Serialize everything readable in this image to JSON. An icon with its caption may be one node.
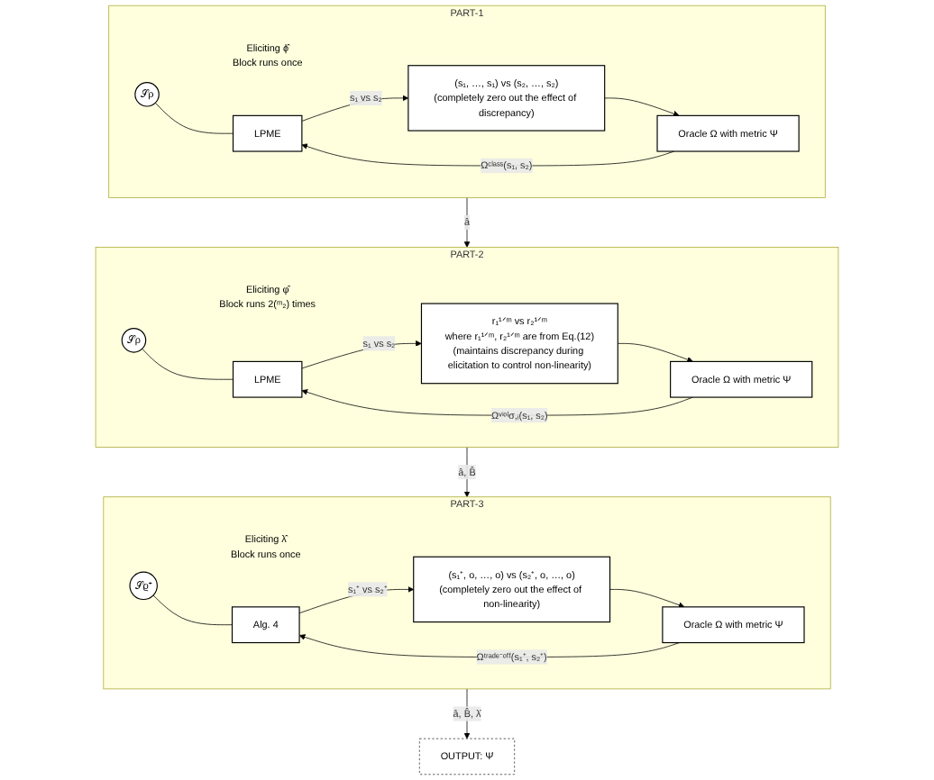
{
  "diagram": {
    "nodes": [
      {
        "text": [
          "PART-1"
        ]
      },
      {
        "text": [
          "𝒮ρ"
        ],
        "in": 0,
        "beside": [
          "Eliciting ϕ̂",
          "Block runs once"
        ]
      },
      {
        "text": [
          "LPME"
        ],
        "in": 0
      },
      {
        "text": [
          "(s₁, …, s₁) vs (s₂, …, s₂)",
          "(completely zero out the effect of discrepancy)"
        ],
        "in": 0
      },
      {
        "text": [
          "Oracle Ω with metric Ψ"
        ],
        "in": 0
      },
      {
        "text": [
          "PART-2"
        ]
      },
      {
        "text": [
          "𝒮ρ"
        ],
        "in": 5,
        "beside": [
          "Eliciting φ̂",
          "Block runs 2(ᵐ₂) times"
        ]
      },
      {
        "text": [
          "LPME"
        ],
        "in": 5
      },
      {
        "text": [
          "r₁¹ᐟᵐ vs r₂¹ᐟᵐ",
          "where r₁¹ᐟᵐ, r₂¹ᐟᵐ are from Eq.(12)",
          "(maintains discrepancy during elicitation to control non-linearity)"
        ],
        "in": 5
      },
      {
        "text": [
          "Oracle Ω with metric Ψ"
        ],
        "in": 5
      },
      {
        "text": [
          "PART-3"
        ]
      },
      {
        "text": [
          "𝒮ϱ⁺"
        ],
        "in": 10,
        "beside": [
          "Eliciting λ̂",
          "Block runs once"
        ]
      },
      {
        "text": [
          "Alg. 4"
        ],
        "in": 10
      },
      {
        "text": [
          "(s₁⁺, o, …, o) vs (s₂⁺, o, …, o)",
          "(completely zero out the effect of non-linearity)"
        ],
        "in": 10
      },
      {
        "text": [
          "Oracle Ω with metric Ψ"
        ],
        "in": 10
      },
      {
        "text": [
          "OUTPUT: Ψ̂"
        ]
      }
    ],
    "edges": [
      {
        "from": 1,
        "to": 2,
        "arrow": "none"
      },
      {
        "from": 2,
        "to": 3,
        "arrow": "to",
        "label": "s₁ vs s₂"
      },
      {
        "from": 3,
        "to": 4,
        "arrow": "to"
      },
      {
        "from": 4,
        "to": 2,
        "arrow": "to",
        "label": "Ωᶜˡᵃˢˢ(s₁, s₂)"
      },
      {
        "from": 0,
        "to": 5,
        "arrow": "to",
        "label": "â"
      },
      {
        "from": 6,
        "to": 7,
        "arrow": "none"
      },
      {
        "from": 7,
        "to": 8,
        "arrow": "to",
        "label": "s₁ vs s₂"
      },
      {
        "from": 8,
        "to": 9,
        "arrow": "to"
      },
      {
        "from": 9,
        "to": 7,
        "arrow": "to",
        "label": "Ωᵛⁱᵒˡσ,ᵢ(s₁, s₂)"
      },
      {
        "from": 5,
        "to": 10,
        "arrow": "to",
        "label": "â, B̂"
      },
      {
        "from": 11,
        "to": 12,
        "arrow": "none"
      },
      {
        "from": 12,
        "to": 13,
        "arrow": "to",
        "label": "s₁⁺ vs s₂⁺"
      },
      {
        "from": 13,
        "to": 14,
        "arrow": "to"
      },
      {
        "from": 14,
        "to": 12,
        "arrow": "to",
        "label": "Ωᵗʳᵃᵈᵉ⁻ᵒᶠᶠ(s₁⁺, s₂⁺)"
      },
      {
        "from": 10,
        "to": 15,
        "arrow": "to",
        "label": "â, B̂, λ̂"
      }
    ]
  }
}
